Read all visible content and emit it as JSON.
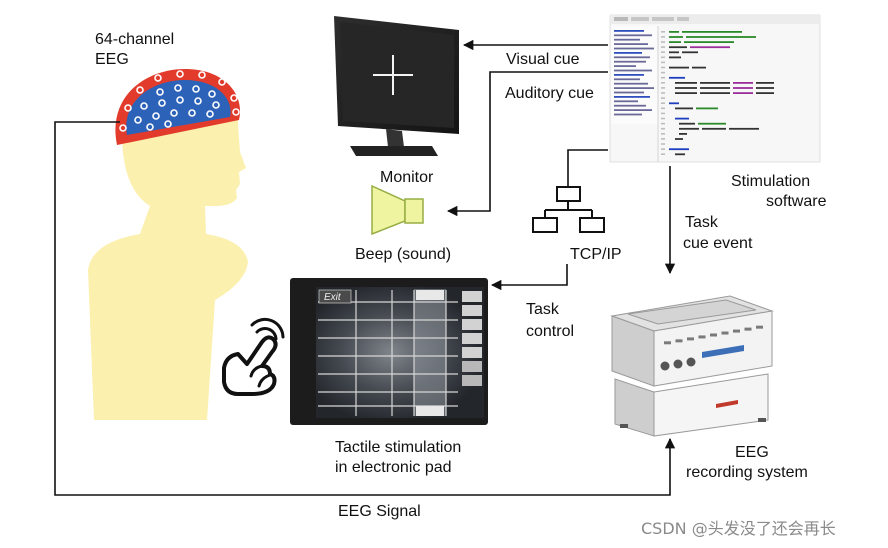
{
  "labels": {
    "eeg_cap": [
      "64-channel",
      "EEG"
    ],
    "monitor": "Monitor",
    "visual_cue": "Visual cue",
    "auditory_cue": "Auditory cue",
    "stimulation_software": [
      "Stimulation",
      "software"
    ],
    "beep": "Beep (sound)",
    "tcp_ip": "TCP/IP",
    "task_cue_event": [
      "Task",
      "cue event"
    ],
    "task_control": [
      "Task",
      "control"
    ],
    "tactile_stimulation": [
      "Tactile stimulation",
      "in electronic pad"
    ],
    "eeg_recording_system": [
      "EEG",
      "recording system"
    ],
    "eeg_signal": "EEG Signal"
  },
  "tablet": {
    "exit_label": "Exit"
  },
  "watermark": "CSDN @头发没了还会再长",
  "colors": {
    "skin": "#fcf0ae",
    "cap_rim": "#e23b2b",
    "cap_fill": "#2c62b8",
    "speaker_fill": "#eef4a0",
    "speaker_stroke": "#97ad44",
    "device_accent": "#3d6fb8",
    "device_logo": "#c0392b"
  },
  "icons": [
    "eeg-cap-icon",
    "monitor-icon",
    "speaker-icon",
    "network-icon",
    "tablet-icon",
    "touch-hand-icon",
    "eeg-amplifier-icon",
    "code-editor-icon"
  ]
}
